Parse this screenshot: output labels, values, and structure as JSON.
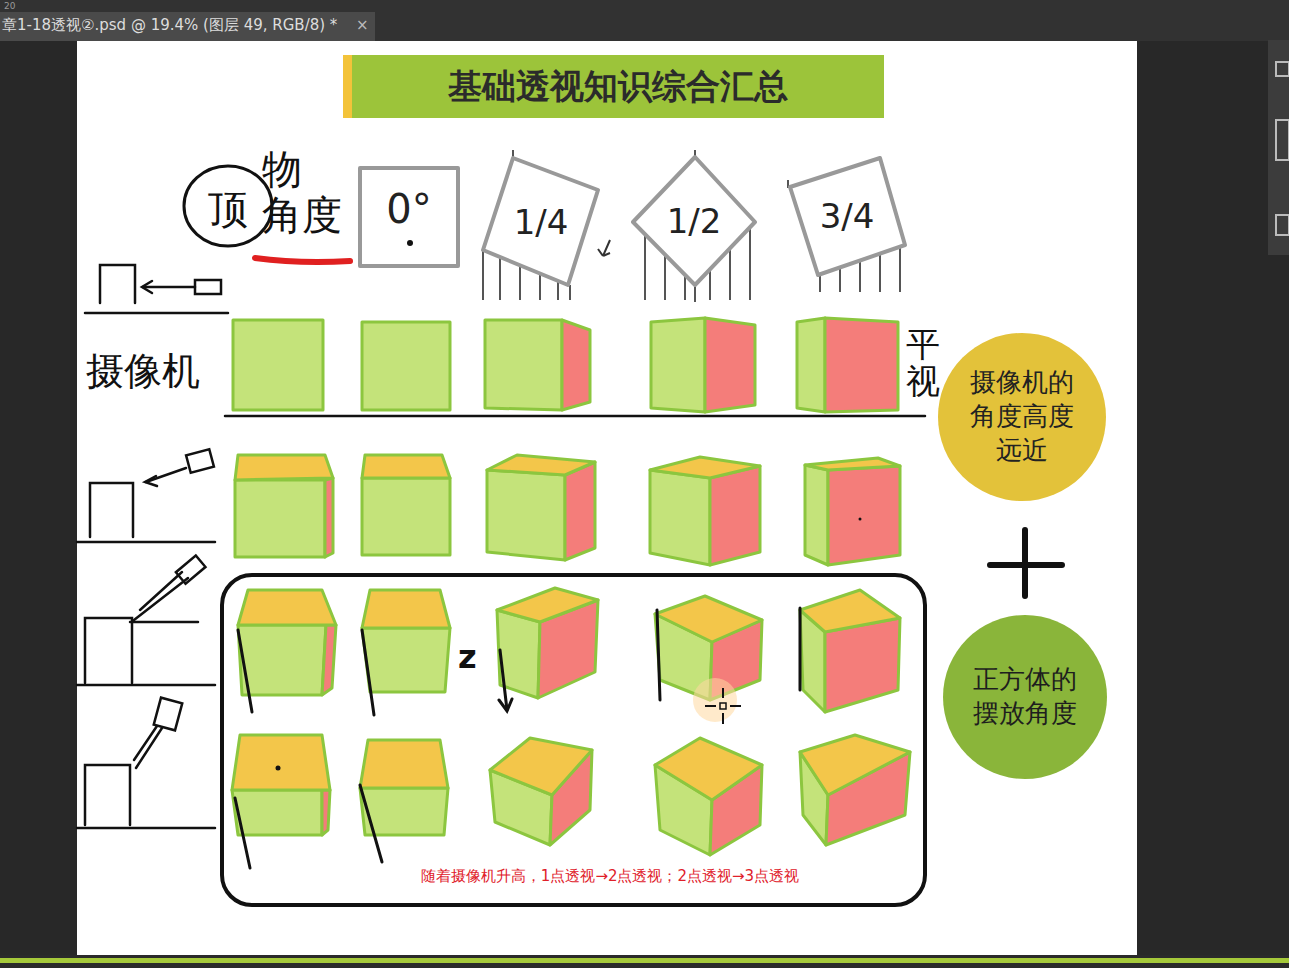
{
  "diagram": {
    "title": "基础透视知识综合汇总",
    "caption": "随着摄像机升高，1点透视→2点透视；2点透视→3点透视",
    "nodes": [
      {
        "text": [
          "0°"
        ]
      },
      {
        "text": [
          "1/4"
        ]
      },
      {
        "text": [
          "1/2"
        ]
      },
      {
        "text": [
          "3/4"
        ]
      },
      {
        "text": [
          "摄像机的 角度高度 远近"
        ]
      },
      {
        "text": [
          "正方体的 摆放角度"
        ]
      }
    ],
    "labels": [
      "20",
      "章1-18透视②.psd @ 19.4% (图层 49, RGB/8) *",
      "×",
      "顶",
      "物 角度",
      "摄像机",
      "平视",
      "z"
    ]
  }
}
